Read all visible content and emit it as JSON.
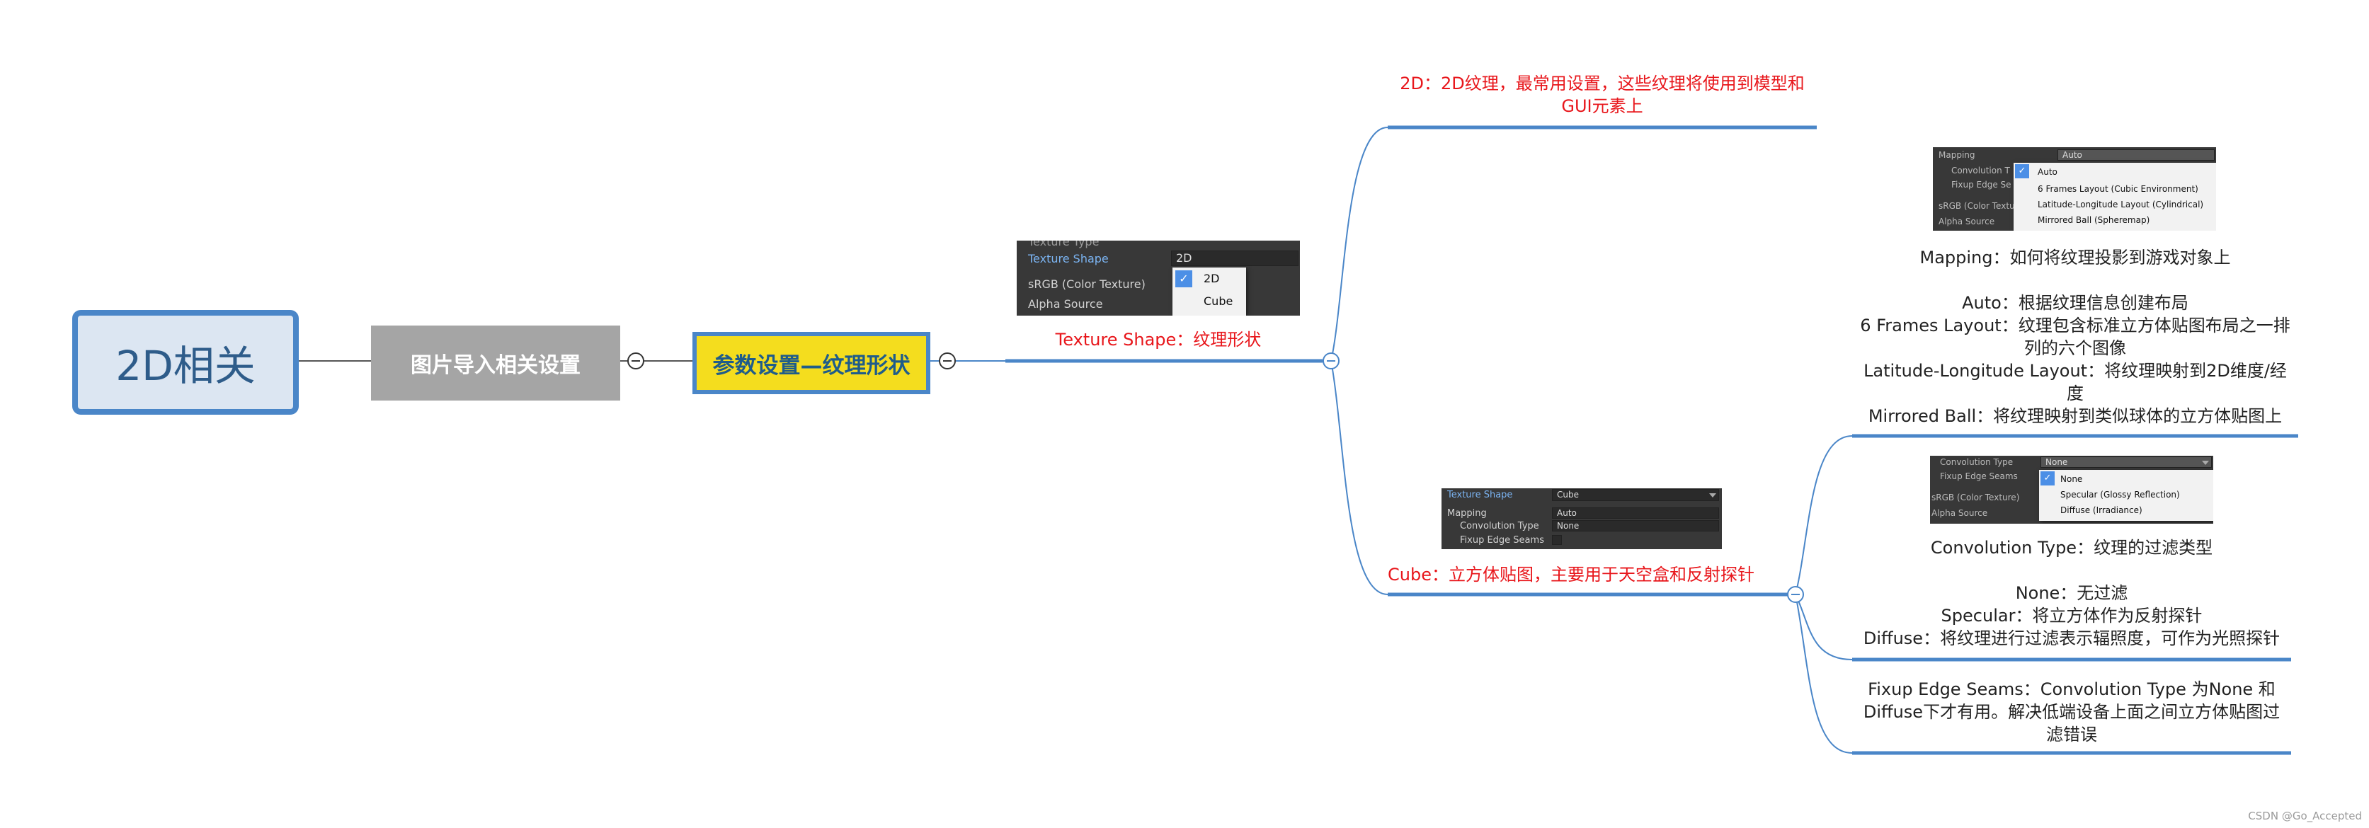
{
  "root": {
    "title": "2D相关"
  },
  "level1": {
    "title": "图片导入相关设置"
  },
  "level2": {
    "title": "参数设置—纹理形状"
  },
  "texture_shape": {
    "label": "Texture Shape：纹理形状",
    "screenshot": {
      "texture_type_label": "Texture Type",
      "texture_shape_label": "Texture Shape",
      "texture_shape_value": "2D",
      "srgb_label": "sRGB (Color Texture)",
      "alpha_label": "Alpha Source",
      "options": [
        "2D",
        "Cube"
      ],
      "selected": "2D"
    }
  },
  "branch_2d": {
    "label": "2D：2D纹理，最常用设置，这些纹理将使用到模型和GUI元素上"
  },
  "branch_cube": {
    "label": "Cube：立方体贴图，主要用于天空盒和反射探针",
    "screenshot": {
      "texture_shape_label": "Texture Shape",
      "texture_shape_value": "Cube",
      "mapping_label": "Mapping",
      "mapping_value": "Auto",
      "convolution_label": "Convolution Type",
      "convolution_value": "None",
      "fixup_label": "Fixup Edge Seams"
    }
  },
  "mapping": {
    "screenshot": {
      "mapping_label": "Mapping",
      "mapping_value": "Auto",
      "convolution_label": "Convolution T",
      "fixup_label": "Fixup Edge Se",
      "srgb_label": "sRGB (Color Textu",
      "alpha_label": "Alpha Source",
      "options": [
        "Auto",
        "6 Frames Layout (Cubic Environment)",
        "Latitude-Longitude Layout (Cylindrical)",
        "Mirrored Ball (Spheremap)"
      ]
    },
    "lines": [
      "Mapping：如何将纹理投影到游戏对象上",
      "",
      "Auto：根据纹理信息创建布局",
      "6 Frames Layout：纹理包含标准立方体贴图布局之一排",
      "列的六个图像",
      "Latitude-Longitude Layout：将纹理映射到2D维度/经",
      "度",
      "Mirrored Ball：将纹理映射到类似球体的立方体贴图上"
    ]
  },
  "convolution": {
    "screenshot": {
      "convolution_label": "Convolution Type",
      "convolution_value": "None",
      "fixup_label": "Fixup Edge Seams",
      "srgb_label": "sRGB (Color Texture)",
      "alpha_label": "Alpha Source",
      "options": [
        "None",
        "Specular (Glossy Reflection)",
        "Diffuse (Irradiance)"
      ]
    },
    "lines": [
      "Convolution Type：纹理的过滤类型",
      "",
      "None：无过滤",
      "Specular：将立方体作为反射探针",
      "Diffuse：将纹理进行过滤表示辐照度，可作为光照探针"
    ]
  },
  "fixup": {
    "lines": [
      "Fixup Edge Seams：Convolution Type 为None 和",
      "Diffuse下才有用。解决低端设备上面之间立方体贴图过",
      "滤错误"
    ]
  },
  "watermark": "CSDN @Go_Accepted",
  "colors": {
    "branch_line": "#4a86c8",
    "accent_red": "#e8161b",
    "highlight": "#f4dd1e"
  }
}
